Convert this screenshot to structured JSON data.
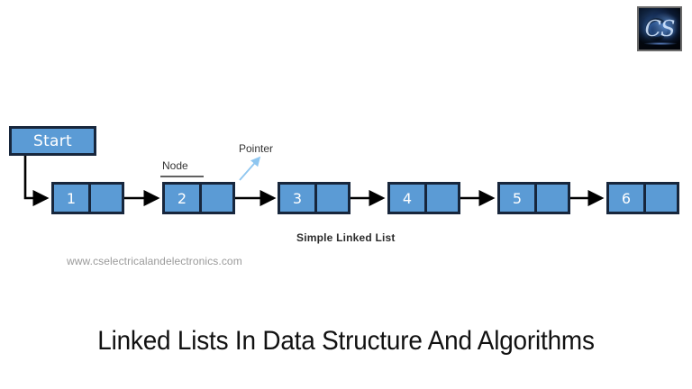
{
  "page": {
    "background_color": "#ffffff",
    "title": "Linked Lists In Data Structure And Algorithms",
    "watermark": "www.cselectricalandelectronics.com"
  },
  "logo": {
    "name": "cs-electrical-and-electronics-logo",
    "text": "CS",
    "background_color": "#04080f",
    "glow_color": "#5aa3ff"
  },
  "diagram": {
    "caption": "Simple Linked List",
    "start_box": {
      "label": "Start",
      "fill_color": "#5b9bd5",
      "border_color": "#17263c",
      "text_color": "#ffffff"
    },
    "annotations": [
      {
        "id": "node-label",
        "label": "Node"
      },
      {
        "id": "pointer-label",
        "label": "Pointer"
      }
    ],
    "node_fill_color": "#5b9bd5",
    "node_border_color": "#17263c",
    "node_text_color": "#ffffff",
    "arrow_color": "#000000",
    "pointer_leader_color": "#8ec6f0",
    "nodes": [
      {
        "value": "1",
        "pointer": "link",
        "next": "2"
      },
      {
        "value": "2",
        "pointer": "link",
        "next": "3"
      },
      {
        "value": "3",
        "pointer": "link",
        "next": "4"
      },
      {
        "value": "4",
        "pointer": "link",
        "next": "5"
      },
      {
        "value": "5",
        "pointer": "link",
        "next": "6"
      },
      {
        "value": "6",
        "pointer": "null",
        "next": ""
      }
    ]
  }
}
